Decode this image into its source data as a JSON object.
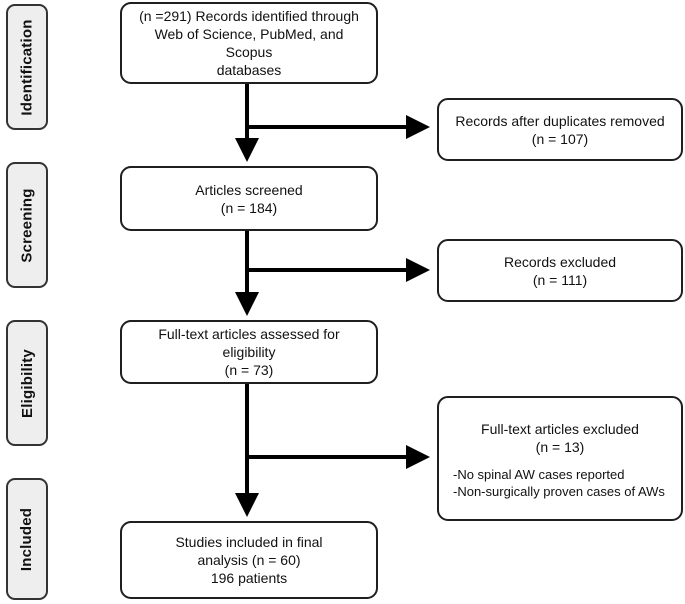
{
  "stages": {
    "identification": "Identification",
    "screening": "Screening",
    "eligibility": "Eligibility",
    "included": "Included"
  },
  "boxes": {
    "identified": {
      "line1": "(n =291) Records identified through",
      "line2": "Web of Science, PubMed, and Scopus",
      "line3": "databases"
    },
    "duplicates_removed": {
      "line1": "Records after duplicates removed",
      "line2": "(n = 107)"
    },
    "screened": {
      "line1": "Articles screened",
      "line2": "(n = 184)"
    },
    "records_excluded": {
      "line1": "Records excluded",
      "line2": "(n = 111)"
    },
    "eligibility_assessed": {
      "line1": "Full-text articles assessed for eligibility",
      "line2": "(n = 73)"
    },
    "fulltext_excluded": {
      "line1": "Full-text articles excluded",
      "line2": "(n = 13)",
      "reasons": [
        "-No spinal AW cases reported",
        "-Non-surgically proven cases of AWs"
      ]
    },
    "included_studies": {
      "line1": "Studies included in final",
      "line2": "analysis (n = 60)",
      "line3": "196 patients"
    }
  }
}
